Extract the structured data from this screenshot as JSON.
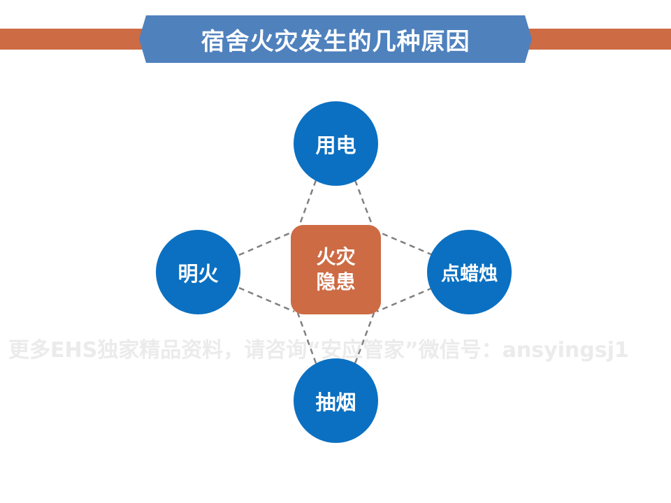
{
  "title": "宿舍火灾发生的几种原因",
  "center": {
    "label": "火灾隐患"
  },
  "nodes": {
    "top": "用电",
    "left": "明火",
    "right": "点蜡烛",
    "bottom": "抽烟"
  },
  "watermark": "更多EHS独家精品资料，请咨询“安应管家”微信号：ansyingsj1",
  "colors": {
    "orange": "#cd6b44",
    "blue": "#4f81bd",
    "node_blue": "#0b70c1",
    "connector": "#808080"
  }
}
